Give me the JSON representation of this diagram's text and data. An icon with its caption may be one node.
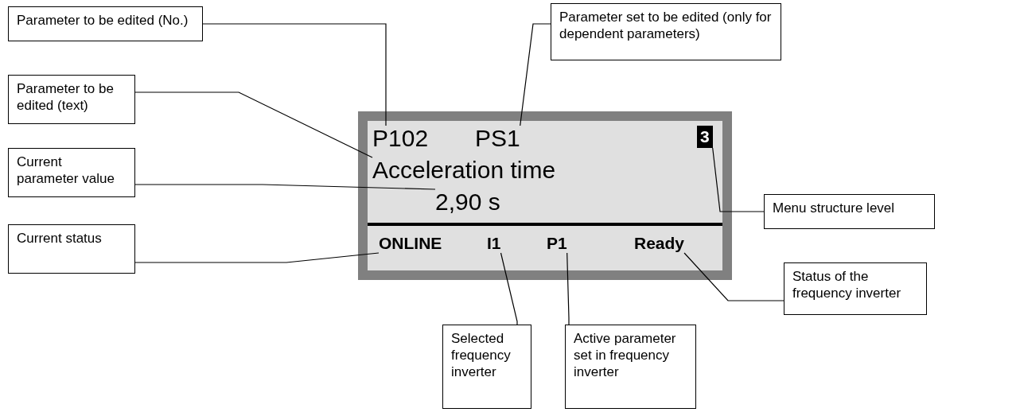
{
  "diagram": {
    "nodes": [
      {
        "text": [],
        "shape": "box"
      },
      {
        "text": [
          "P102"
        ],
        "in": 0
      },
      {
        "text": [
          "PS1"
        ],
        "in": 0
      },
      {
        "text": [
          "3"
        ],
        "in": 0
      },
      {
        "text": [
          "Acceleration time"
        ],
        "in": 0
      },
      {
        "text": [
          "2,90 s"
        ],
        "in": 0
      },
      {
        "text": [
          "ONLINE"
        ],
        "in": 0
      },
      {
        "text": [
          "I1"
        ],
        "in": 0
      },
      {
        "text": [
          "P1"
        ],
        "in": 0
      },
      {
        "text": [
          "Ready"
        ],
        "in": 0
      },
      {
        "text": [
          "Parameter to be edited (No.)"
        ]
      },
      {
        "text": [
          "Parameter set to be edited (only for dependent parameters)"
        ]
      },
      {
        "text": [
          "Parameter to be edited (text)"
        ]
      },
      {
        "text": [
          "Menu structure level"
        ]
      },
      {
        "text": [
          "Current parameter value"
        ]
      },
      {
        "text": [
          "Current status"
        ]
      },
      {
        "text": [
          "Status of the frequency inverter"
        ]
      },
      {
        "text": [
          "Selected frequency inverter"
        ]
      },
      {
        "text": [
          "Active parameter set in frequency inverter"
        ]
      }
    ],
    "edges": [
      {
        "from": 10,
        "to": 1,
        "arrow": "none"
      },
      {
        "from": 11,
        "to": 2,
        "arrow": "none"
      },
      {
        "from": 12,
        "to": 4,
        "arrow": "none"
      },
      {
        "from": 13,
        "to": 3,
        "arrow": "none"
      },
      {
        "from": 14,
        "to": 5,
        "arrow": "none"
      },
      {
        "from": 15,
        "to": 6,
        "arrow": "none"
      },
      {
        "from": 16,
        "to": 9,
        "arrow": "none"
      },
      {
        "from": 17,
        "to": 7,
        "arrow": "none"
      },
      {
        "from": 18,
        "to": 8,
        "arrow": "none"
      }
    ]
  }
}
